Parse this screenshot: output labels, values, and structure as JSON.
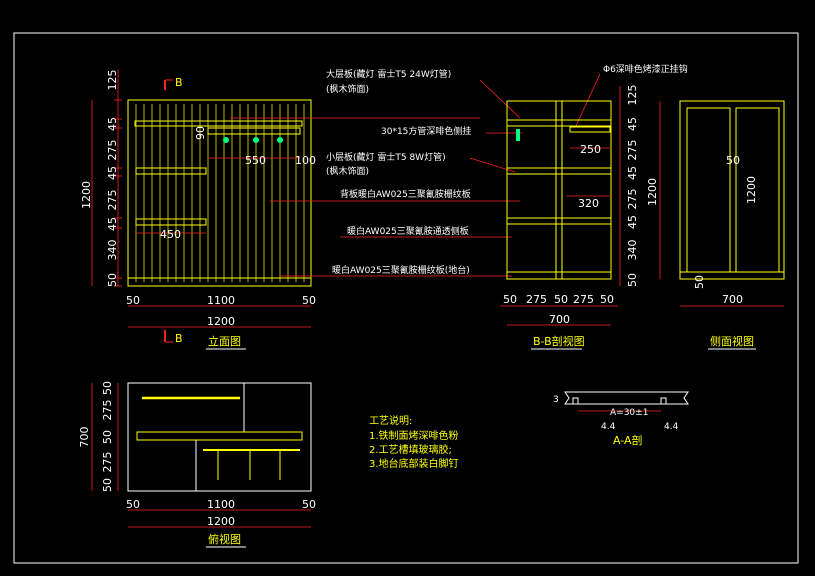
{
  "views": {
    "elevation": "立面图",
    "section_bb": "B-B剖视图",
    "side": "侧面视图",
    "plan": "俯视图",
    "detail_aa": "A-A剖"
  },
  "section_marks": {
    "b_top": "B",
    "b_bottom": "B"
  },
  "elevation_dims": {
    "total_height": "1200",
    "left_parts": [
      "125",
      "45",
      "275",
      "45",
      "275",
      "45",
      "340",
      "50"
    ],
    "bottom_parts": [
      "50",
      "1100",
      "50"
    ],
    "total_width": "1200",
    "hook_offset": "90",
    "rail_length": "550",
    "rail_right": "100",
    "shelf_length": "450"
  },
  "callouts": {
    "big_shelf": "大层板(藏灯  雷士T5 24W灯管)",
    "big_shelf_2": "(枫木饰面)",
    "square_tube": "30*15方管深啡色侧挂",
    "small_shelf": "小层板(藏灯  雷士T5 8W灯管)",
    "small_shelf_2": "(枫木饰面)",
    "back_panel": "背板暖白AW025三聚氰胺栅纹板",
    "side_panel": "暖白AW025三聚氰胺通透侧板",
    "base_panel": "暖白AW025三聚氰胺栅纹板(地台)",
    "hook": "Φ6深啡色烤漆正挂钩"
  },
  "section_dims": {
    "right_parts": [
      "125",
      "45",
      "275",
      "45",
      "275",
      "45",
      "340",
      "50"
    ],
    "total_height": "1200",
    "hook_width": "250",
    "shelf_depth": "320",
    "bottom_parts": [
      "50",
      "275",
      "50",
      "275",
      "50"
    ],
    "total_width": "700"
  },
  "side_dims": {
    "mid": "50",
    "height": "1200",
    "bottom_left": "50",
    "width": "700"
  },
  "plan_dims": {
    "left_parts": [
      "50",
      "275",
      "50",
      "275",
      "50"
    ],
    "total_depth": "700",
    "bottom_parts": [
      "50",
      "1100",
      "50"
    ],
    "total_width": "1200"
  },
  "detail_dims": {
    "a": "A=30±1",
    "left": "4.4",
    "right": "4.4",
    "thick": "3"
  },
  "notes": {
    "title": "工艺说明:",
    "items": [
      "1.铁制面烤深啡色粉",
      "2.工艺槽填玻璃胶;",
      "3.地台底部装白脚钉"
    ]
  },
  "colors": {
    "frame": "#ffff00",
    "dimension": "#ff2020",
    "text": "#ffffff",
    "accent": "#00ff80",
    "background": "#000000"
  }
}
